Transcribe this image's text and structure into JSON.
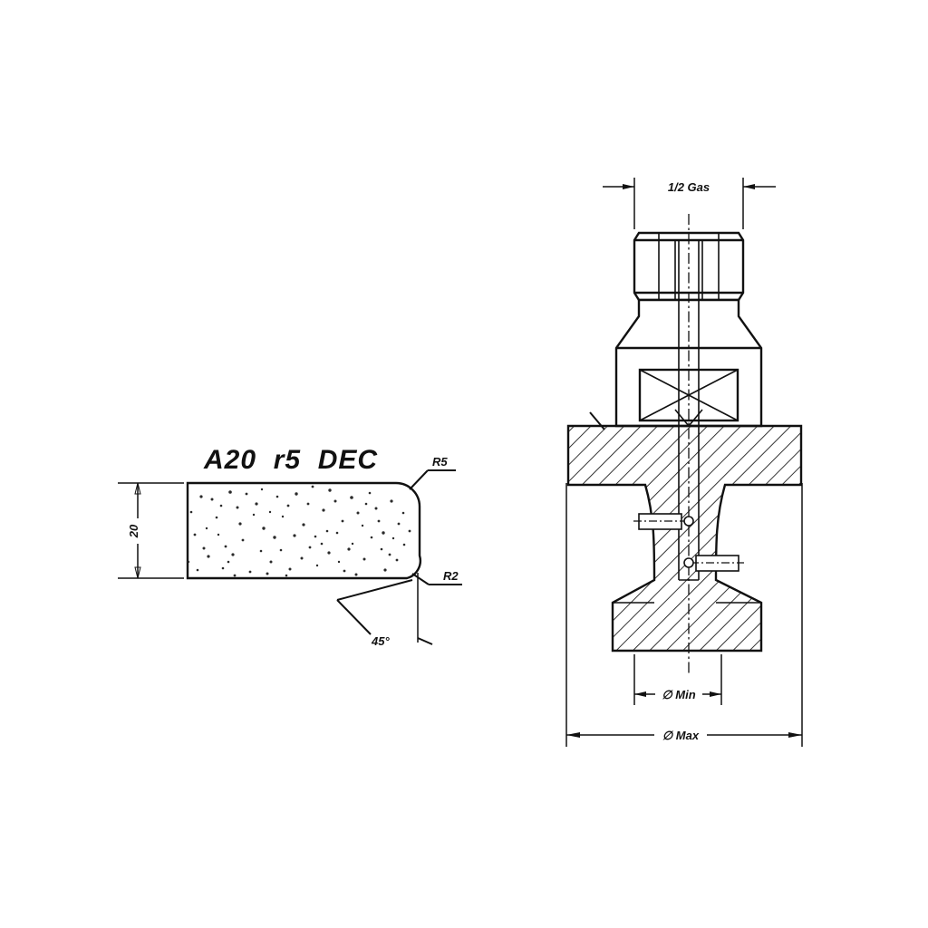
{
  "drawing": {
    "title_note": "A20  r5  DEC",
    "views": {
      "left": {
        "name": "abrasive-segment-section",
        "labels": {
          "height_dim": "20",
          "top_radius": "R5",
          "bottom_radius": "R2",
          "chamfer_angle": "45°"
        }
      },
      "right": {
        "name": "mounted-wheel-assembly-section",
        "labels": {
          "thread_dim": "1/2 Gas",
          "bore_min_dim": "∅ Min",
          "outside_max_dim": "∅ Max"
        }
      }
    }
  },
  "colors": {
    "line": "#111111",
    "background": "#ffffff"
  }
}
